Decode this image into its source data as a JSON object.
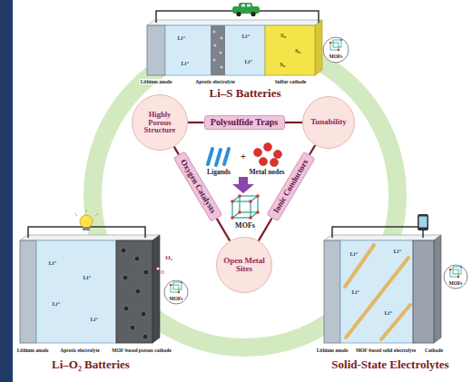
{
  "diagram": {
    "nodes": [
      {
        "text": [
          "Highly Porous Structure"
        ]
      },
      {
        "text": [
          "Polysulfide Traps"
        ]
      },
      {
        "text": [
          "Tunability"
        ]
      },
      {
        "text": [
          "Oxygen Catalysts"
        ]
      },
      {
        "text": [
          "Ionic Conductors"
        ]
      },
      {
        "text": [
          "Open Metal Sites"
        ]
      }
    ],
    "edges": [
      {
        "from": 0,
        "to": 1,
        "arrow": "none"
      },
      {
        "from": 1,
        "to": 2,
        "arrow": "none"
      },
      {
        "from": 0,
        "to": 3,
        "arrow": "none"
      },
      {
        "from": 3,
        "to": 5,
        "arrow": "none"
      },
      {
        "from": 2,
        "to": 4,
        "arrow": "none"
      },
      {
        "from": 4,
        "to": 5,
        "arrow": "none"
      }
    ],
    "labels": [
      "Li–S Batteries",
      "Lithium anode",
      "Aprotic electrolyte",
      "Sulfur cathode",
      "Li⁺",
      "Li⁺",
      "Li⁺",
      "Li⁺",
      "S₈",
      "S₈",
      "S₈",
      "MOFs",
      "Ligands",
      "+",
      "Metal nodes",
      "MOFs",
      "Li–O₂ Batteries",
      "Lithium anode",
      "Aprotic electrolyte",
      "MOF-based porous cathode",
      "O₂",
      "Li⁺",
      "Li⁺",
      "Li⁺",
      "Li⁺",
      "MOFs",
      "Solid-State Electrolytes",
      "Lithium anode",
      "MOF-based solid electrolyte",
      "Cathode",
      "Li⁺",
      "Li⁺",
      "Li⁺",
      "Li⁺",
      "MOFs"
    ]
  }
}
